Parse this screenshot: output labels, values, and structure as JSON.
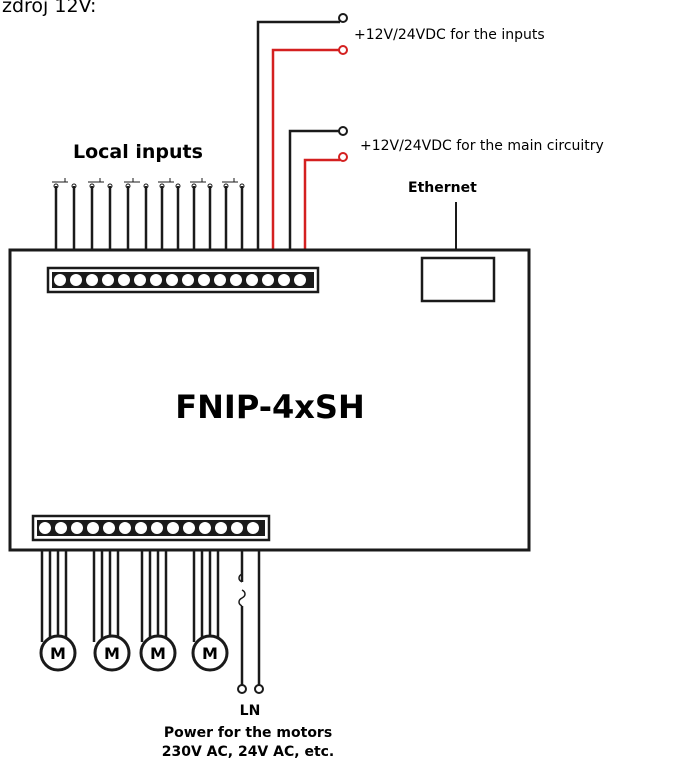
{
  "header_fragment": "zdroj 12V:",
  "supply_inputs_label": "+12V/24VDC for the inputs",
  "supply_main_label": "+12V/24VDC for the main circuitry",
  "local_inputs_label": "Local inputs",
  "ethernet_label": "Ethernet",
  "device_name": "FNIP-4xSH",
  "motor_label": "M",
  "line_terminals_label": "LN",
  "power_label_line1": "Power for the motors",
  "power_label_line2": "230V AC, 24V AC, etc.",
  "colors": {
    "wire_black": "#1a1a1a",
    "wire_red": "#d42020",
    "background": "#ffffff"
  }
}
